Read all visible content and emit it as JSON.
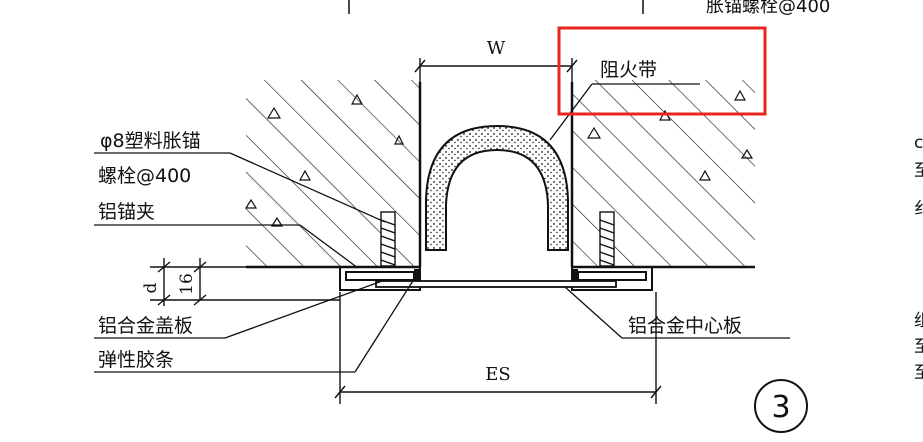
{
  "top_partial_label": "胀锚螺栓@400",
  "dimensions": {
    "width_label": "W",
    "expansion_label": "ES",
    "depth_label": "d",
    "thickness_label": "16"
  },
  "labels": {
    "fire_barrier": "阻火带",
    "anchor_line1": "φ8塑料胀锚",
    "anchor_line2": "螺栓@400",
    "clip": "铝锚夹",
    "cover_plate": "铝合金盖板",
    "center_plate": "铝合金中心板",
    "rubber_strip": "弹性胶条"
  },
  "detail_number": "3",
  "right_edge_fragments": [
    "c",
    "至",
    "纟",
    "组",
    "至",
    "至"
  ],
  "colors": {
    "ink": "#111111",
    "highlight": "#e8261f",
    "background": "#ffffff"
  }
}
